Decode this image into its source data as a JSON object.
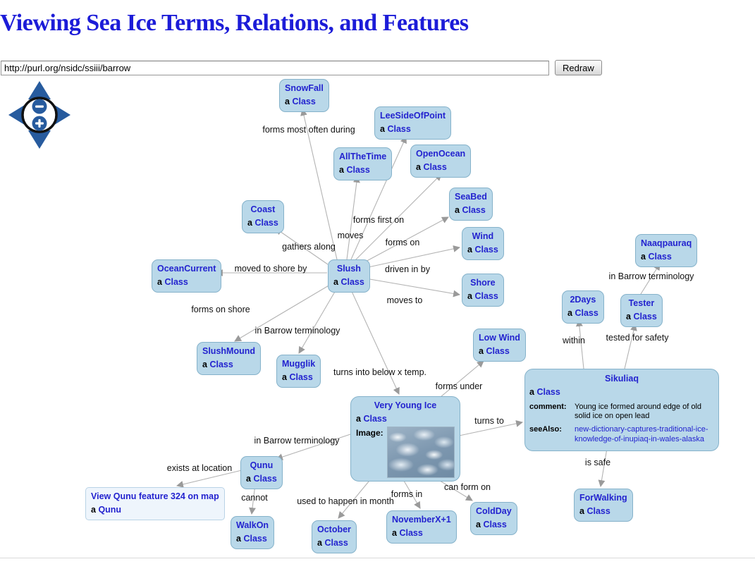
{
  "page": {
    "title": "Viewing Sea Ice Terms, Relations, and Features"
  },
  "toolbar": {
    "url_value": "http://purl.org/nsidc/ssiii/barrow",
    "redraw_label": "Redraw"
  },
  "icons": {
    "compass": "pan-compass",
    "zoom_out": "minus-in-circle",
    "zoom_in": "plus-in-circle"
  },
  "colors": {
    "title_blue": "#1c1cd8",
    "node_fill": "#b9d8e9",
    "node_border": "#85b2ca",
    "node_text_blue": "#2323cf",
    "compass_blue": "#275b9e",
    "edge_gray": "#b3b3b3"
  },
  "graph": {
    "type_prefix": "a",
    "nodes": [
      {
        "label": "SnowFall",
        "type": "Class"
      },
      {
        "label": "LeeSideOfPoint",
        "type": "Class"
      },
      {
        "label": "AllTheTime",
        "type": "Class"
      },
      {
        "label": "OpenOcean",
        "type": "Class"
      },
      {
        "label": "Coast",
        "type": "Class"
      },
      {
        "label": "SeaBed",
        "type": "Class"
      },
      {
        "label": "OceanCurrent",
        "type": "Class"
      },
      {
        "label": "Slush",
        "type": "Class"
      },
      {
        "label": "Wind",
        "type": "Class"
      },
      {
        "label": "Shore",
        "type": "Class"
      },
      {
        "label": "SlushMound",
        "type": "Class"
      },
      {
        "label": "Mugglik",
        "type": "Class"
      },
      {
        "label": "Low Wind",
        "type": "Class"
      },
      {
        "label": "Very Young Ice",
        "type": "Class",
        "image_label": "Image:"
      },
      {
        "label": "Sikuliaq",
        "type": "Class",
        "comment_label": "comment:",
        "comment": "Young ice formed around edge of old solid ice on open lead",
        "seealso_label": "seeAlso:",
        "seealso": "new-dictionary-captures-traditional-ice-knowledge-of-inupiaq-in-wales-alaska"
      },
      {
        "label": "2Days",
        "type": "Class"
      },
      {
        "label": "Tester",
        "type": "Class"
      },
      {
        "label": "Naaqpauraq",
        "type": "Class"
      },
      {
        "label": "Qunu",
        "type": "Class"
      },
      {
        "label": "View Qunu feature 324 on map",
        "type": "Qunu"
      },
      {
        "label": "WalkOn",
        "type": "Class"
      },
      {
        "label": "October",
        "type": "Class"
      },
      {
        "label": "NovemberX+1",
        "type": "Class"
      },
      {
        "label": "ColdDay",
        "type": "Class"
      },
      {
        "label": "ForWalking",
        "type": "Class"
      }
    ],
    "edge_labels": [
      "forms most often during",
      "moves",
      "forms first on",
      "forms on",
      "gathers along",
      "moved to shore by",
      "driven in by",
      "moves to",
      "forms on shore",
      "in Barrow terminology",
      "turns into below x temp.",
      "forms under",
      "turns to",
      "in Barrow terminology",
      "exists at location",
      "cannot",
      "used to happen in month",
      "forms in",
      "can form on",
      "in Barrow terminology",
      "within",
      "tested for safety",
      "is safe"
    ]
  }
}
